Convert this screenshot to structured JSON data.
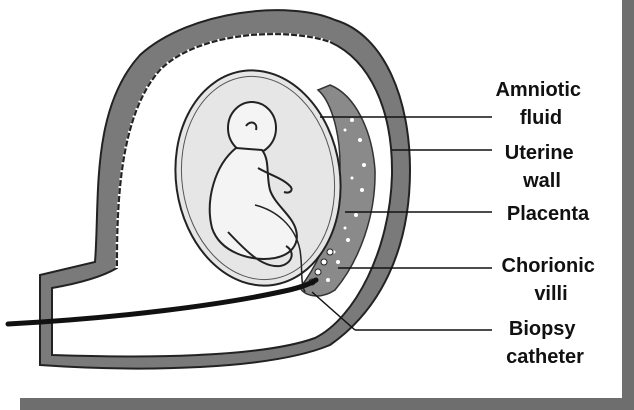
{
  "labels": {
    "amniotic_fluid": [
      "Amniotic",
      "fluid"
    ],
    "uterine_wall": [
      "Uterine",
      "wall"
    ],
    "placenta": [
      "Placenta"
    ],
    "chorionic_villi": [
      "Chorionic",
      "villi"
    ],
    "biopsy_catheter": [
      "Biopsy",
      "catheter"
    ]
  },
  "colors": {
    "uterine_wall": "#7a7a7a",
    "amniotic_sac": "#e6e6e6",
    "fetus": "#f2f2f2",
    "outline": "#222222",
    "bottom_bar": "#6e6e6e"
  }
}
